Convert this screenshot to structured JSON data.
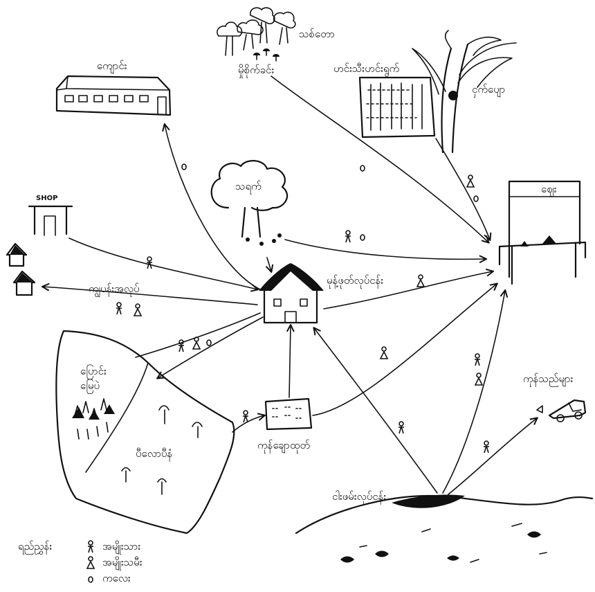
{
  "places": {
    "school": "ကျောင်း",
    "forest": "သစ်တော",
    "mushroom": "မှိုစိုက်ခင်း",
    "shop_sign": "SHOP",
    "betel_tree": "သရက်",
    "noodle_plant": "ဟင်းသီးဟင်းရွက်",
    "banana": "ငှက်ပျော",
    "market": "ဈေး",
    "hired_labour": "ကျွပန်းအလုပ်",
    "snack_making": "မုန့်ဖုတ်လုပ်ငန်း",
    "maize_field": "ပြောင်း\nမြေပဲ",
    "chili_field": "ပီလောပီနံ",
    "vegetable_plot": "ကုန်ချောထုတ်",
    "traders": "ကုန်သည်များ",
    "fishing": "ငါးဖမ်းလုပ်ငန်း"
  },
  "legend": {
    "title": "ရည်ညွှန်း",
    "items": [
      {
        "symbol": "man",
        "label": "အမျိုးသား"
      },
      {
        "symbol": "woman",
        "label": "အမျိုးသမီး"
      },
      {
        "symbol": "child",
        "label": "ကလေး"
      }
    ]
  }
}
